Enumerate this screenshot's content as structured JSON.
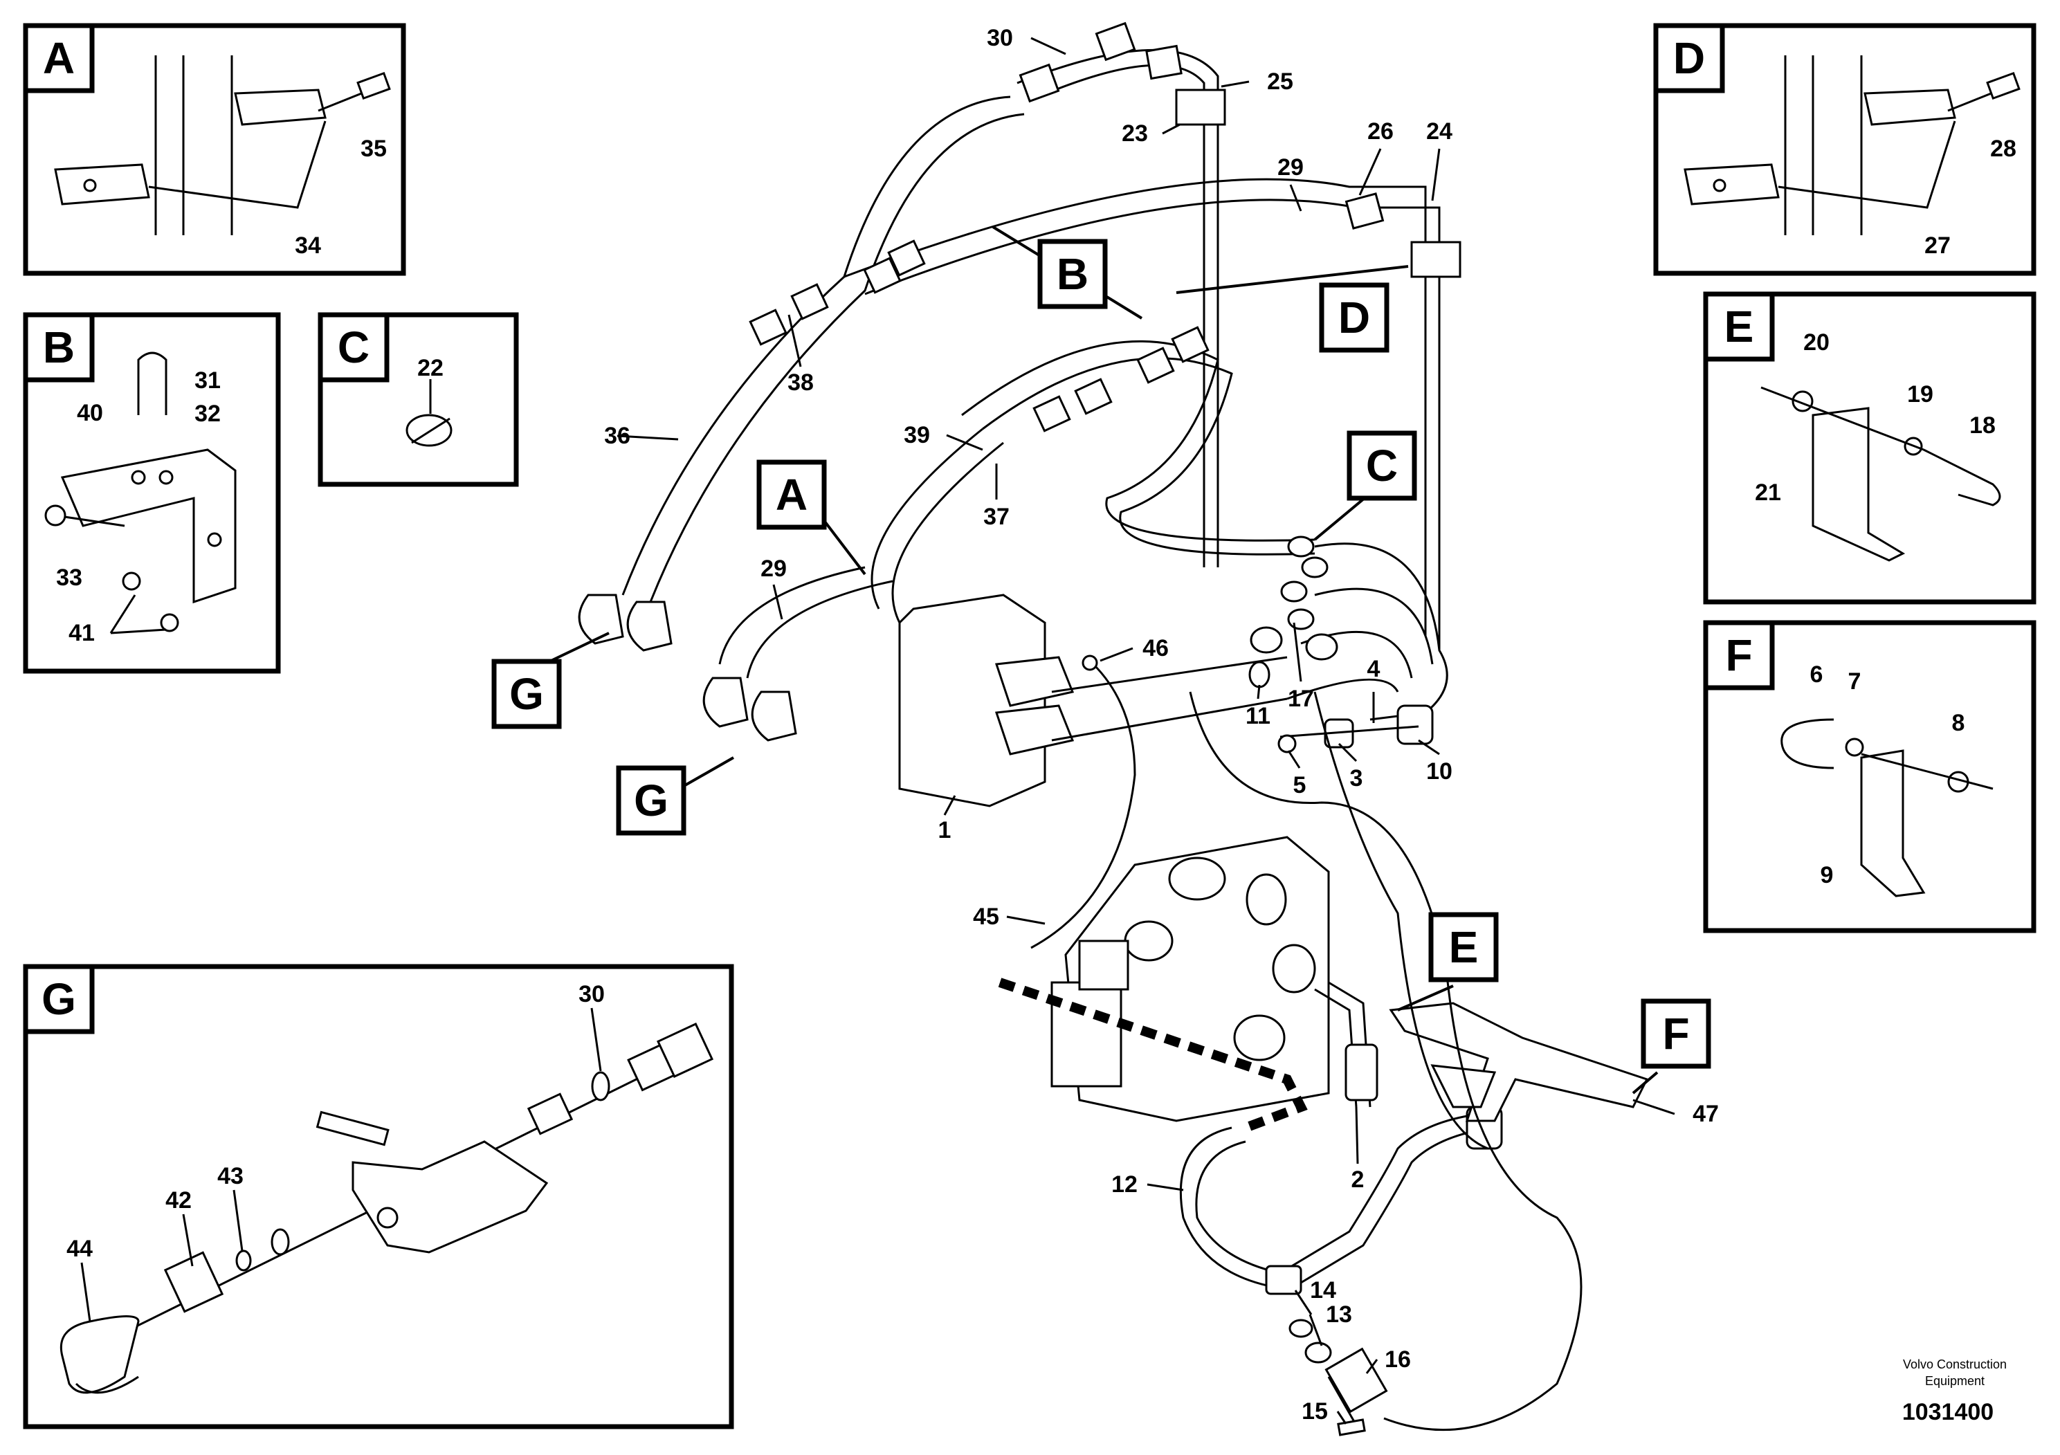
{
  "detail_views": {
    "A": {
      "letter": "A",
      "callouts": [
        "35",
        "34"
      ]
    },
    "B": {
      "letter": "B",
      "callouts": [
        "40",
        "31",
        "32",
        "33",
        "41"
      ]
    },
    "C": {
      "letter": "C",
      "callouts": [
        "22"
      ]
    },
    "D": {
      "letter": "D",
      "callouts": [
        "28",
        "27"
      ]
    },
    "E": {
      "letter": "E",
      "callouts": [
        "20",
        "19",
        "18",
        "21"
      ]
    },
    "F": {
      "letter": "F",
      "callouts": [
        "6",
        "7",
        "8",
        "9"
      ]
    },
    "G": {
      "letter": "G",
      "callouts": [
        "30",
        "44",
        "42",
        "43"
      ]
    }
  },
  "main_view": {
    "view_markers": [
      "B",
      "D",
      "A",
      "C",
      "G",
      "G",
      "E",
      "F"
    ],
    "callouts": [
      "30",
      "25",
      "23",
      "26",
      "24",
      "29",
      "38",
      "36",
      "39",
      "37",
      "29",
      "46",
      "4",
      "17",
      "11",
      "3",
      "10",
      "5",
      "1",
      "45",
      "2",
      "47",
      "12",
      "14",
      "13",
      "16",
      "15"
    ]
  },
  "footer": {
    "credit_line1": "Volvo Construction",
    "credit_line2": "Equipment",
    "doc_number": "1031400"
  }
}
